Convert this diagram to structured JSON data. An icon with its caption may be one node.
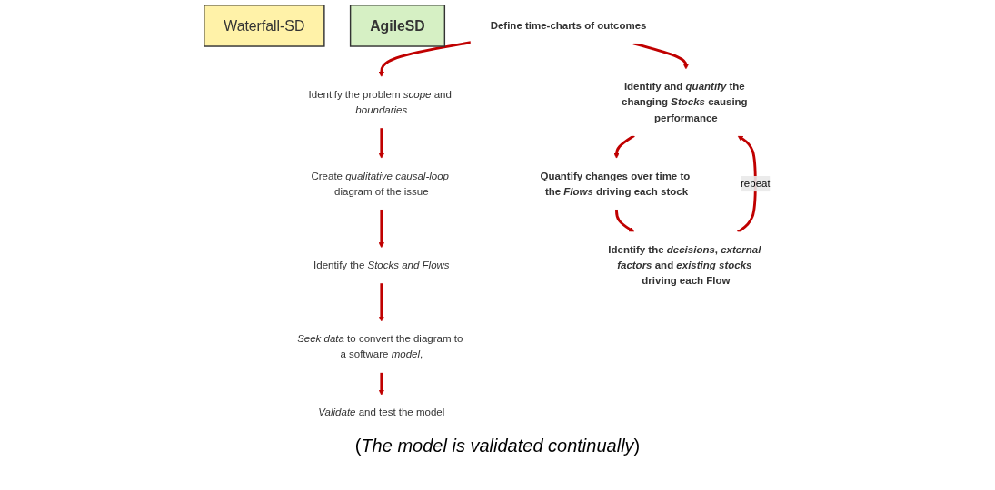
{
  "diagram": {
    "nodes": [
      {
        "text": [
          "Waterfall-SD"
        ]
      },
      {
        "text": [
          "AgileSD"
        ]
      },
      {
        "text": [
          "Define time-charts of outcomes"
        ]
      },
      {
        "text": [
          "Identify the problem *scope* and *boundaries*"
        ]
      },
      {
        "text": [
          "Create *qualitative* *causal-loop* diagram of the issue"
        ]
      },
      {
        "text": [
          "Identify the *Stocks and Flows*"
        ]
      },
      {
        "text": [
          "*Seek data* to convert the diagram to a software *model*,"
        ]
      },
      {
        "text": [
          "*Validate* and test the model"
        ]
      },
      {
        "text": [
          "Identify and *quantify* the changing *Stocks* causing performance"
        ]
      },
      {
        "text": [
          "Quantify changes over time to the *Flows* driving each stock"
        ]
      },
      {
        "text": [
          "Identify the *decisions*, *external factors* and *existing stocks* driving each Flow"
        ]
      }
    ],
    "edges": [
      {
        "from": 2,
        "to": 3,
        "arrow": "to"
      },
      {
        "from": 2,
        "to": 8,
        "arrow": "to"
      },
      {
        "from": 3,
        "to": 4,
        "arrow": "to"
      },
      {
        "from": 4,
        "to": 5,
        "arrow": "to"
      },
      {
        "from": 5,
        "to": 6,
        "arrow": "to"
      },
      {
        "from": 6,
        "to": 7,
        "arrow": "to"
      },
      {
        "from": 8,
        "to": 9,
        "arrow": "to"
      },
      {
        "from": 9,
        "to": 10,
        "arrow": "to"
      },
      {
        "from": 10,
        "to": 8,
        "arrow": "to",
        "label": "repeat"
      }
    ],
    "labels": [
      "(*The model is validated continually*)"
    ]
  }
}
